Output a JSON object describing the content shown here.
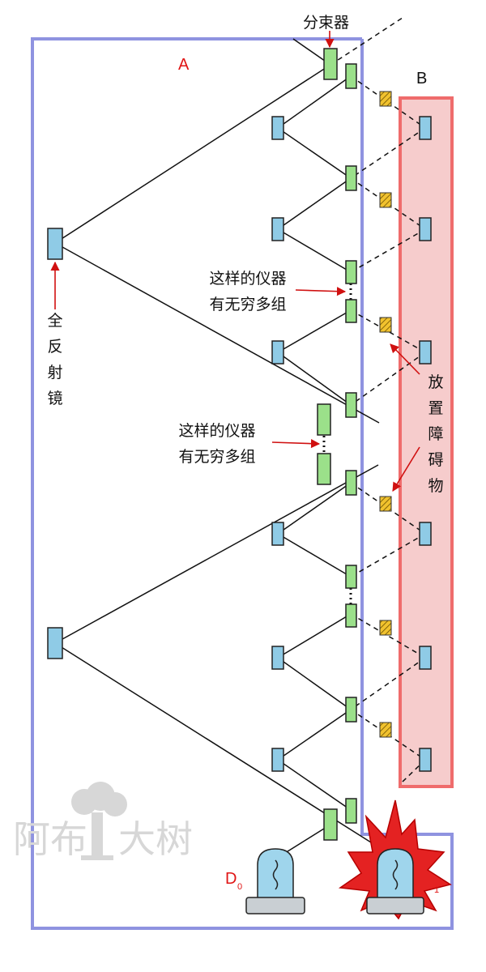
{
  "labels": {
    "region_a": "A",
    "region_b": "B",
    "beam_splitter": "分束器",
    "full_mirror_chars": [
      "全",
      "反",
      "射",
      "镜"
    ],
    "instruments_line1": "这样的仪器",
    "instruments_line2": "有无穷多组",
    "obstacle_chars": [
      "放",
      "置",
      "障",
      "碍",
      "物"
    ],
    "detector_0": "D",
    "detector_0_sub": "0",
    "detector_1_sub": "1",
    "watermark_left": "阿布",
    "watermark_right": "大树"
  },
  "colors": {
    "region_a_border": "#8f93e0",
    "region_b_border": "#ef6c6c",
    "region_b_fill": "#f6cccc",
    "mirror_fill": "#8fcbe6",
    "splitter_fill": "#9be08a",
    "obstacle_fill": "#f1c22e",
    "annotation": "#d01010",
    "explosion": "#e42222",
    "detector_glass": "#9fd5ec",
    "detector_base": "#c9cfd3",
    "watermark": "#d7d7d7"
  }
}
